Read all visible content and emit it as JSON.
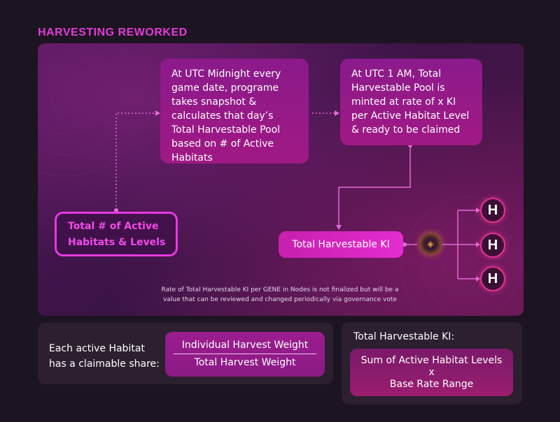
{
  "title": "HARVESTING REWORKED",
  "flow": {
    "step1": "At UTC Midnight every game date, programe takes snapshot & calculates that day’s Total Harvestable Pool based on # of Active Habitats",
    "step2": "At UTC 1 AM, Total Harvestable Pool is minted at rate of x KI per Active Habitat Level & ready to be claimed",
    "source": "Total # of Active Habitats & Levels",
    "result": "Total Harvestable KI",
    "habitat_glyph": "H",
    "note": "Rate of Total Harvestable KI per GENE in Nodes is not finalized but will be a value that can be reviewed and changed periodically via governance vote"
  },
  "share": {
    "label": "Each active Habitat has a claimable share:",
    "numerator": "Individual Harvest Weight",
    "denominator": "Total Harvest Weight"
  },
  "formula": {
    "label": "Total Harvestable KI:",
    "line1": "Sum of Active Habitat Levels",
    "op": "x",
    "line2": "Base Rate Range"
  },
  "colors": {
    "accent": "#e23ad8",
    "box": "#8b1a8a",
    "habitat_ring": "#e2348f",
    "coin": "#e9a43a"
  }
}
